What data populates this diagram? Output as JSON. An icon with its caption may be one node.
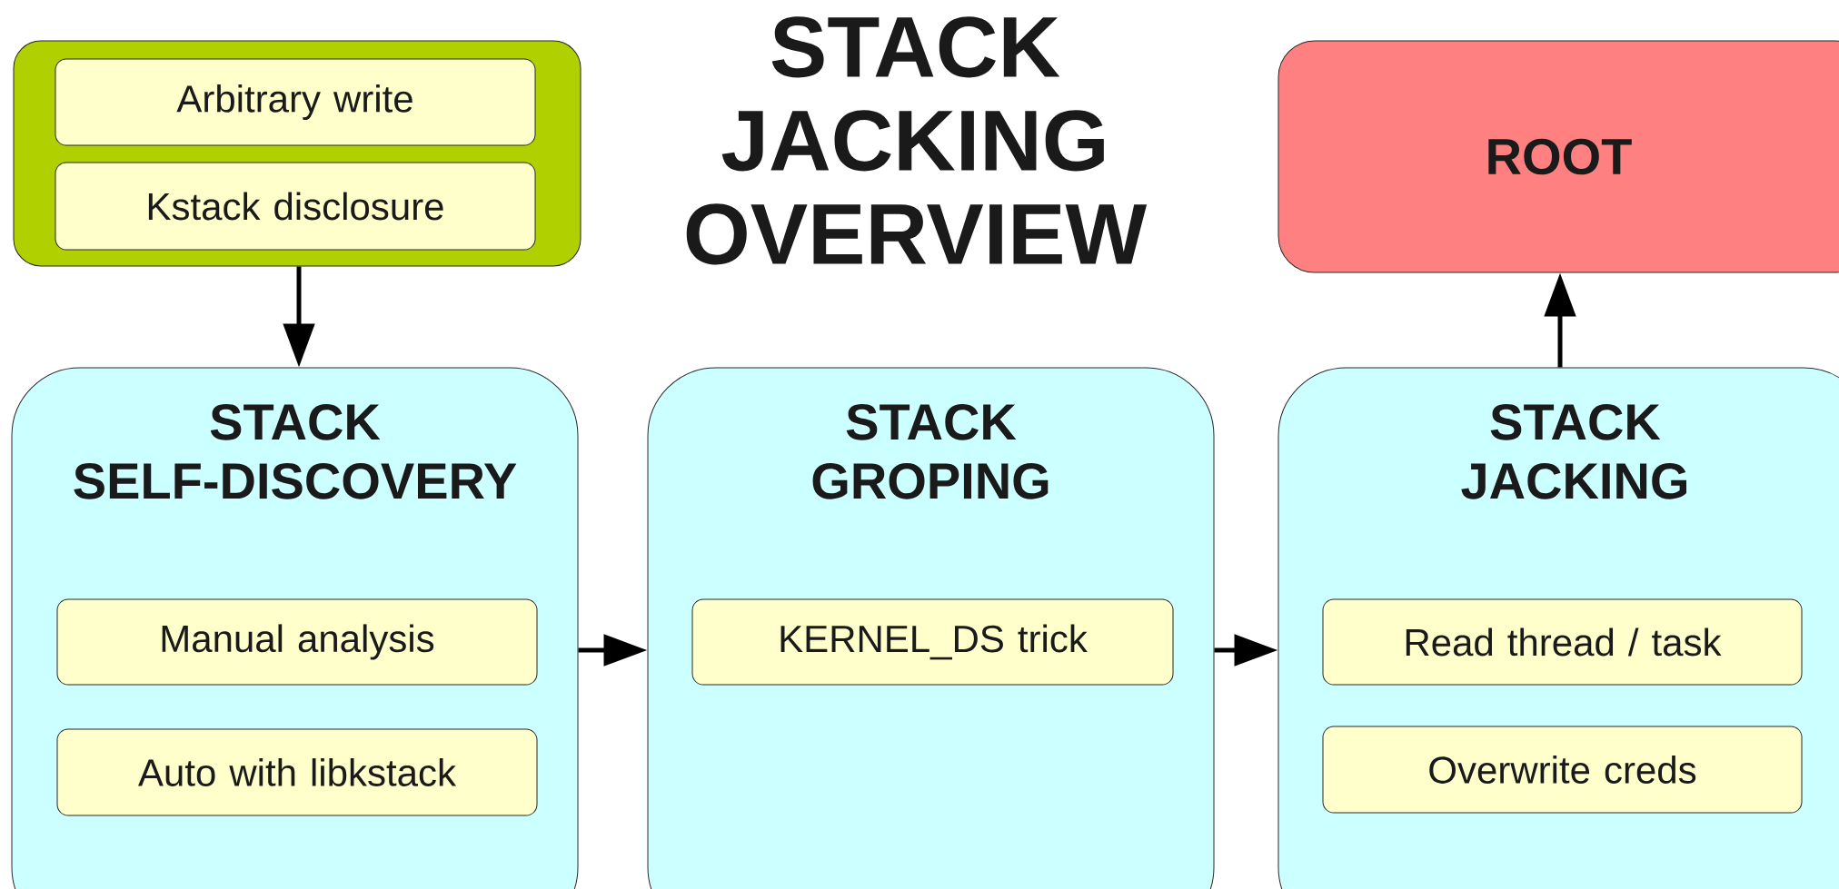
{
  "diagram": {
    "title": "STACK JACKING OVERVIEW",
    "nodes": [
      {
        "text": [],
        "shape": "box"
      },
      {
        "text": [
          "Arbitrary write"
        ],
        "in": 0
      },
      {
        "text": [
          "Kstack disclosure"
        ],
        "in": 0
      },
      {
        "text": [
          "ROOT"
        ]
      },
      {
        "text": [
          "STACK SELF-DISCOVERY"
        ]
      },
      {
        "text": [
          "Manual analysis"
        ],
        "in": 4
      },
      {
        "text": [
          "Auto with libkstack"
        ],
        "in": 4
      },
      {
        "text": [
          "STACK GROPING"
        ]
      },
      {
        "text": [
          "KERNEL_DS trick"
        ],
        "in": 7
      },
      {
        "text": [
          "STACK JACKING"
        ]
      },
      {
        "text": [
          "Read thread / task"
        ],
        "in": 9
      },
      {
        "text": [
          "Overwrite creds"
        ],
        "in": 9
      }
    ],
    "edges": [
      {
        "from": 0,
        "to": 4,
        "arrow": "to"
      },
      {
        "from": 4,
        "to": 7,
        "arrow": "to"
      },
      {
        "from": 7,
        "to": 9,
        "arrow": "to"
      },
      {
        "from": 9,
        "to": 3,
        "arrow": "to"
      }
    ]
  }
}
